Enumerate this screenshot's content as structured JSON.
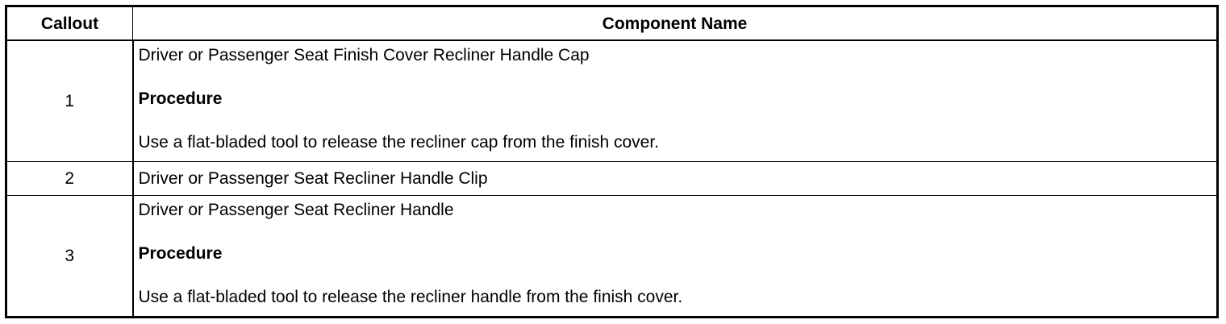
{
  "table": {
    "headers": {
      "callout": "Callout",
      "component_name": "Component Name"
    },
    "rows": [
      {
        "callout": "1",
        "name": "Driver or Passenger Seat Finish Cover Recliner Handle Cap",
        "procedure_label": "Procedure",
        "procedure_text": "Use a flat-bladed tool to release the recliner cap from the finish cover."
      },
      {
        "callout": "2",
        "name": "Driver or Passenger Seat Recliner Handle Clip"
      },
      {
        "callout": "3",
        "name": "Driver or Passenger Seat Recliner Handle",
        "procedure_label": "Procedure",
        "procedure_text": "Use a flat-bladed tool to release the recliner handle from the finish cover."
      }
    ]
  }
}
